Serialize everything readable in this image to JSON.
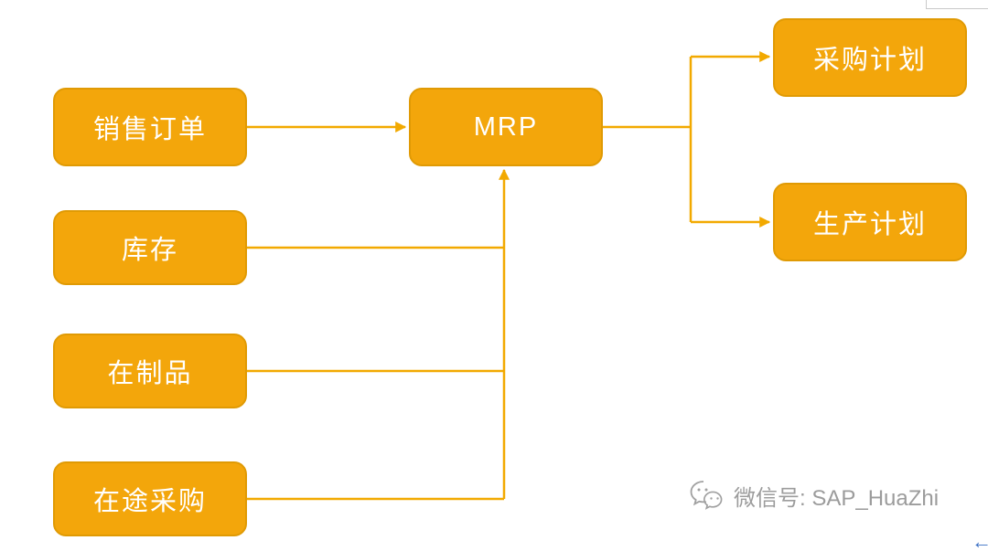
{
  "diagram": {
    "nodes": {
      "sales_order": {
        "label": "销售订单"
      },
      "inventory": {
        "label": "库存"
      },
      "wip": {
        "label": "在制品"
      },
      "in_transit": {
        "label": "在途采购"
      },
      "mrp": {
        "label": "MRP"
      },
      "purchase_plan": {
        "label": "采购计划"
      },
      "production_plan": {
        "label": "生产计划"
      }
    },
    "edges": [
      {
        "from": "sales_order",
        "to": "mrp"
      },
      {
        "from": "inventory",
        "to": "mrp"
      },
      {
        "from": "wip",
        "to": "mrp"
      },
      {
        "from": "in_transit",
        "to": "mrp"
      },
      {
        "from": "mrp",
        "to": "purchase_plan"
      },
      {
        "from": "mrp",
        "to": "production_plan"
      }
    ],
    "colors": {
      "node_fill": "#F3A60B",
      "node_border": "#E09A04",
      "node_text": "#FFFFFF",
      "connector": "#F2A900"
    }
  },
  "watermark": {
    "icon": "wechat-icon",
    "text": "微信号: SAP_HuaZhi",
    "color": "#9C9C9C"
  },
  "misc": {
    "back_arrow": "←"
  }
}
